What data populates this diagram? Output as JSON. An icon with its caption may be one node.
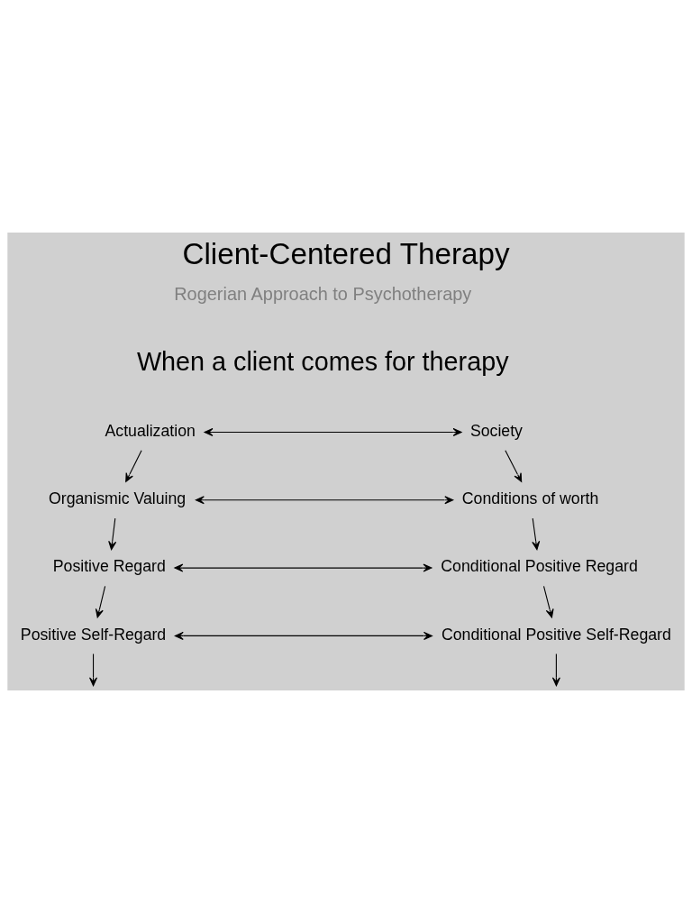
{
  "diagram": {
    "title": "Client-Centered Therapy",
    "nodes": [
      {
        "text": [
          "Actualization"
        ]
      },
      {
        "text": [
          "Society"
        ]
      },
      {
        "text": [
          "Organismic Valuing"
        ]
      },
      {
        "text": [
          "Conditions of worth"
        ]
      },
      {
        "text": [
          "Positive Regard"
        ]
      },
      {
        "text": [
          "Conditional Positive Regard"
        ]
      },
      {
        "text": [
          "Positive Self-Regard"
        ]
      },
      {
        "text": [
          "Conditional Positive Self-Regard"
        ]
      }
    ],
    "edges": [
      {
        "from": 0,
        "to": 1,
        "arrow": "both"
      },
      {
        "from": 0,
        "to": 2,
        "arrow": "to"
      },
      {
        "from": 1,
        "to": 3,
        "arrow": "to"
      },
      {
        "from": 2,
        "to": 3,
        "arrow": "both"
      },
      {
        "from": 2,
        "to": 4,
        "arrow": "to"
      },
      {
        "from": 3,
        "to": 5,
        "arrow": "to"
      },
      {
        "from": 4,
        "to": 5,
        "arrow": "both"
      },
      {
        "from": 4,
        "to": 6,
        "arrow": "to"
      },
      {
        "from": 5,
        "to": 7,
        "arrow": "to"
      },
      {
        "from": 6,
        "to": 7,
        "arrow": "both"
      },
      {
        "from": 6,
        "to": null,
        "arrow": "to"
      },
      {
        "from": 7,
        "to": null,
        "arrow": "to"
      }
    ],
    "labels": [
      "Rogerian Approach to Psychotherapy",
      "When a client comes for therapy"
    ]
  }
}
